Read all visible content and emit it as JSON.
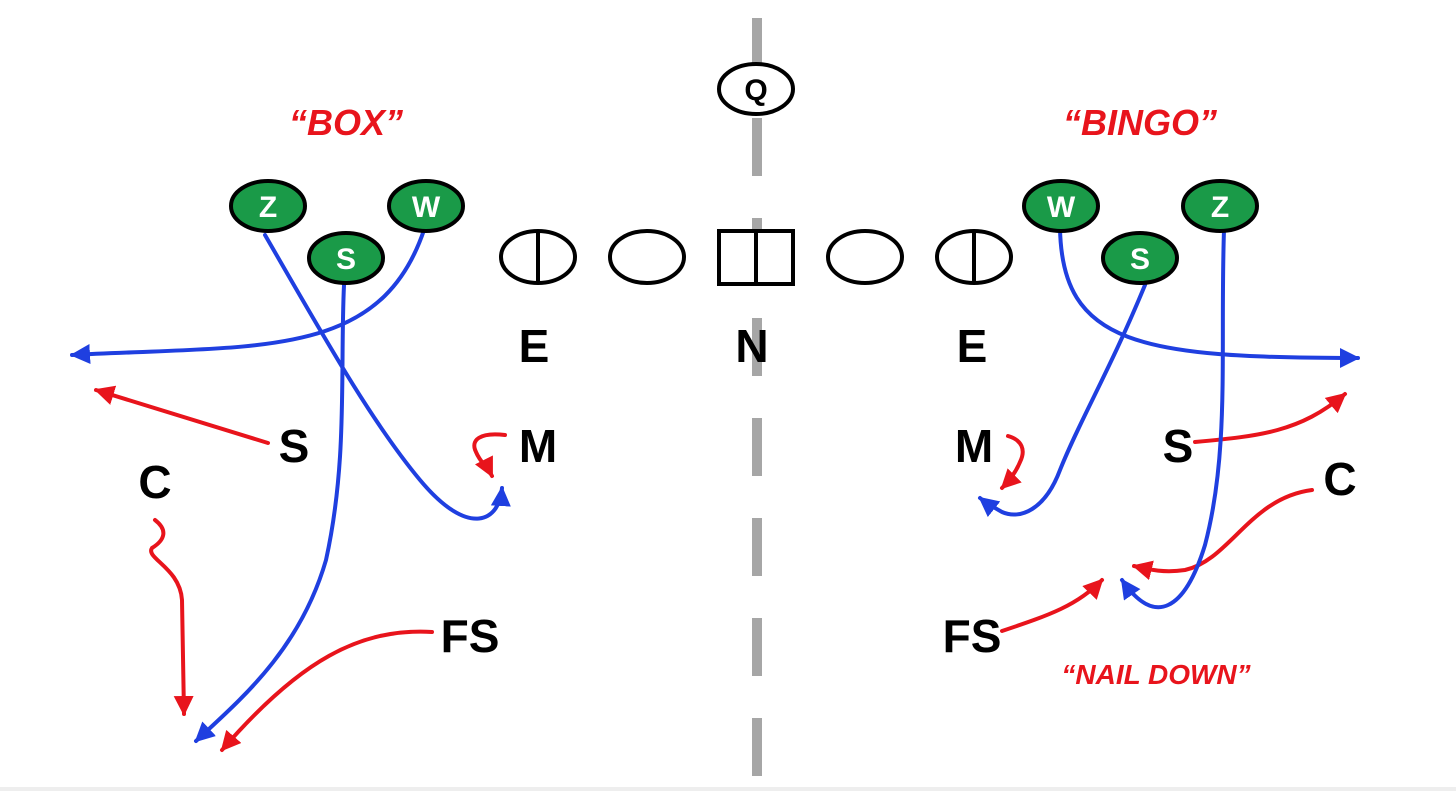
{
  "colors": {
    "offense_route": "#1f3fe0",
    "defense_path": "#e8141c",
    "receiver_fill": "#1a9a48",
    "center_line": "#a6a6a6",
    "call_text": "#e8141c"
  },
  "calls": {
    "left": "“BOX”",
    "right": "“BINGO”",
    "nail_down": "“NAIL DOWN”"
  },
  "quarterback": {
    "label": "Q"
  },
  "receivers": {
    "left_z": "Z",
    "left_s": "S",
    "left_w": "W",
    "right_w": "W",
    "right_s": "S",
    "right_z": "Z"
  },
  "defense": {
    "left_e": "E",
    "nose": "N",
    "right_e": "E",
    "left_m": "M",
    "right_m": "M",
    "left_s": "S",
    "right_s": "S",
    "left_c": "C",
    "right_c": "C",
    "left_fs": "FS",
    "right_fs": "FS"
  }
}
